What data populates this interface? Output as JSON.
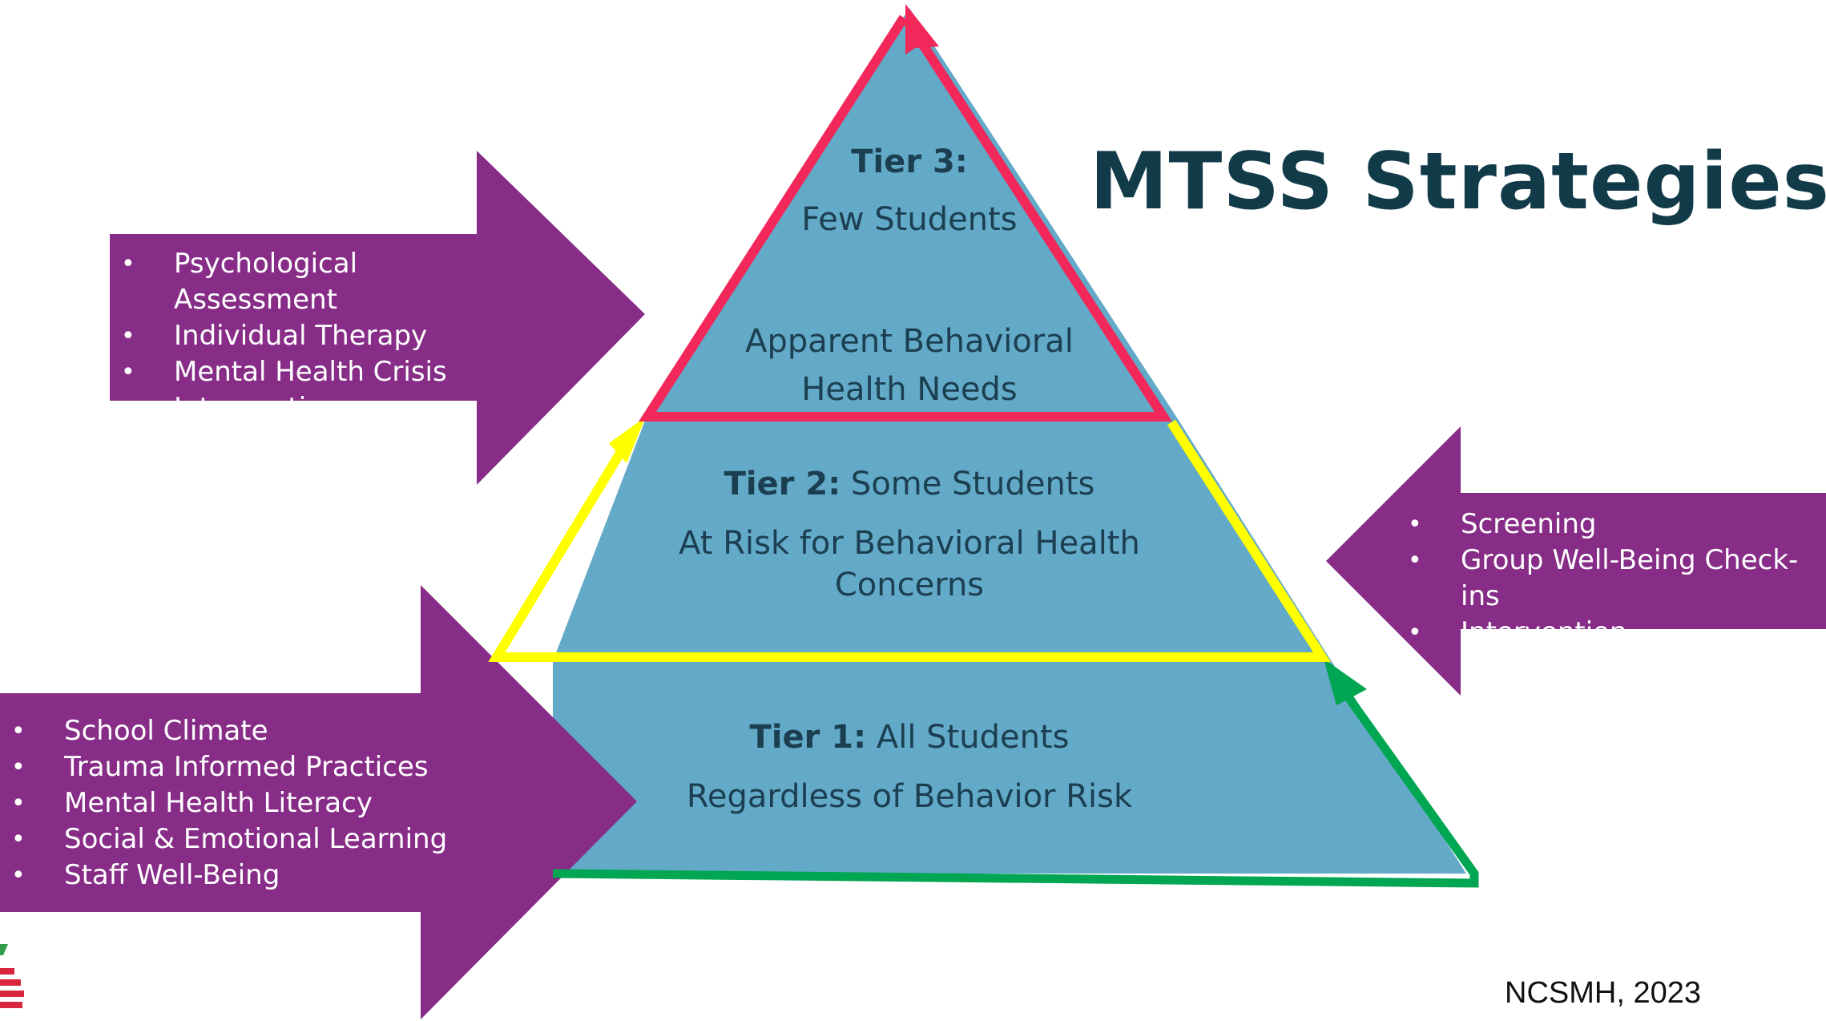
{
  "title": "MTSS Strategies",
  "tiers": {
    "tier3": {
      "heading": "Tier 3:",
      "subheading": "Few Students",
      "desc_line1": "Apparent Behavioral",
      "desc_line2": "Health Needs",
      "border_color": "#f2275a"
    },
    "tier2": {
      "heading": "Tier 2:",
      "subheading": " Some Students",
      "desc_line1": "At Risk for Behavioral Health",
      "desc_line2": "Concerns",
      "border_color": "#ffff00"
    },
    "tier1": {
      "heading": "Tier 1:",
      "subheading": " All Students",
      "desc_line1": "Regardless of Behavior Risk",
      "border_color": "#00a651"
    }
  },
  "strategies": {
    "tier3": [
      "Psychological Assessment",
      "Individual Therapy",
      "Mental Health Crisis",
      "Intervention"
    ],
    "tier2": [
      "Screening",
      "Group Well-Being Check-ins",
      "Intervention"
    ],
    "tier1": [
      "School Climate",
      "Trauma Informed Practices",
      "Mental Health Literacy",
      "Social & Emotional Learning",
      "Staff Well-Being"
    ]
  },
  "bullet": "•",
  "citation": "NCSMH, 2023",
  "colors": {
    "pyramid_fill": "#63a9c8",
    "arrow_fill": "#872d87",
    "title_color": "#123b4a",
    "text_color": "#1b3f50"
  }
}
